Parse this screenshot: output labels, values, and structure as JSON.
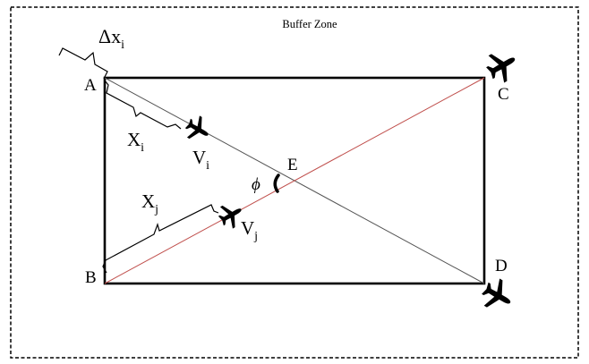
{
  "title": "Buffer Zone",
  "points": {
    "A": "A",
    "B": "B",
    "C": "C",
    "D": "D",
    "E": "E"
  },
  "labels": {
    "delta_x_main": "Δx",
    "delta_x_sub": "i",
    "xi_main": "X",
    "xi_sub": "i",
    "vi_main": "V",
    "vi_sub": "i",
    "xj_main": "X",
    "xj_sub": "j",
    "vj_main": "V",
    "vj_sub": "j",
    "angle": "ϕ"
  },
  "colors": {
    "border": "#000000",
    "diagonal_ad": "#555555",
    "diagonal_bc": "#c0504d",
    "aircraft": "#000000"
  },
  "icons": {
    "aircraft": "airplane-icon"
  }
}
